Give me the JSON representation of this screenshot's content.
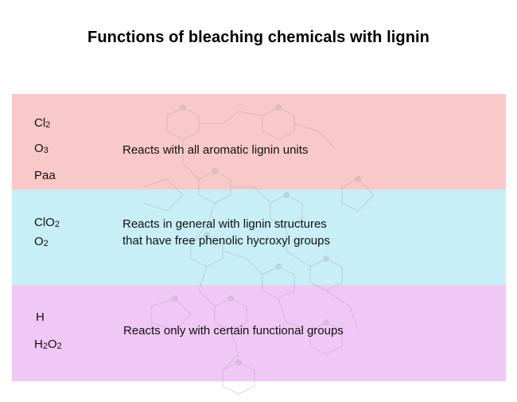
{
  "title": "Functions of bleaching chemicals with lignin",
  "colors": {
    "pink": "#f9c8c9",
    "cyan": "#c8eef7",
    "purple": "#f0c8f6"
  },
  "groups": [
    {
      "chemicals": [
        {
          "base": "Cl",
          "sub": "2"
        },
        {
          "base": "O",
          "sub": "3"
        },
        {
          "base": "Paa",
          "sub": ""
        }
      ],
      "description": [
        "Reacts with all aromatic lignin units"
      ]
    },
    {
      "chemicals": [
        {
          "base": "ClO",
          "sub": "2"
        },
        {
          "base": "O",
          "sub": "2"
        }
      ],
      "description": [
        "Reacts in general with lignin structures",
        "that have free phenolic hycroxyl groups"
      ]
    },
    {
      "chemicals": [
        {
          "base": "H",
          "sub": ""
        },
        {
          "parts": [
            "H",
            "2",
            "O",
            "2"
          ]
        }
      ],
      "description": [
        "Reacts only with certain functional groups"
      ]
    }
  ]
}
